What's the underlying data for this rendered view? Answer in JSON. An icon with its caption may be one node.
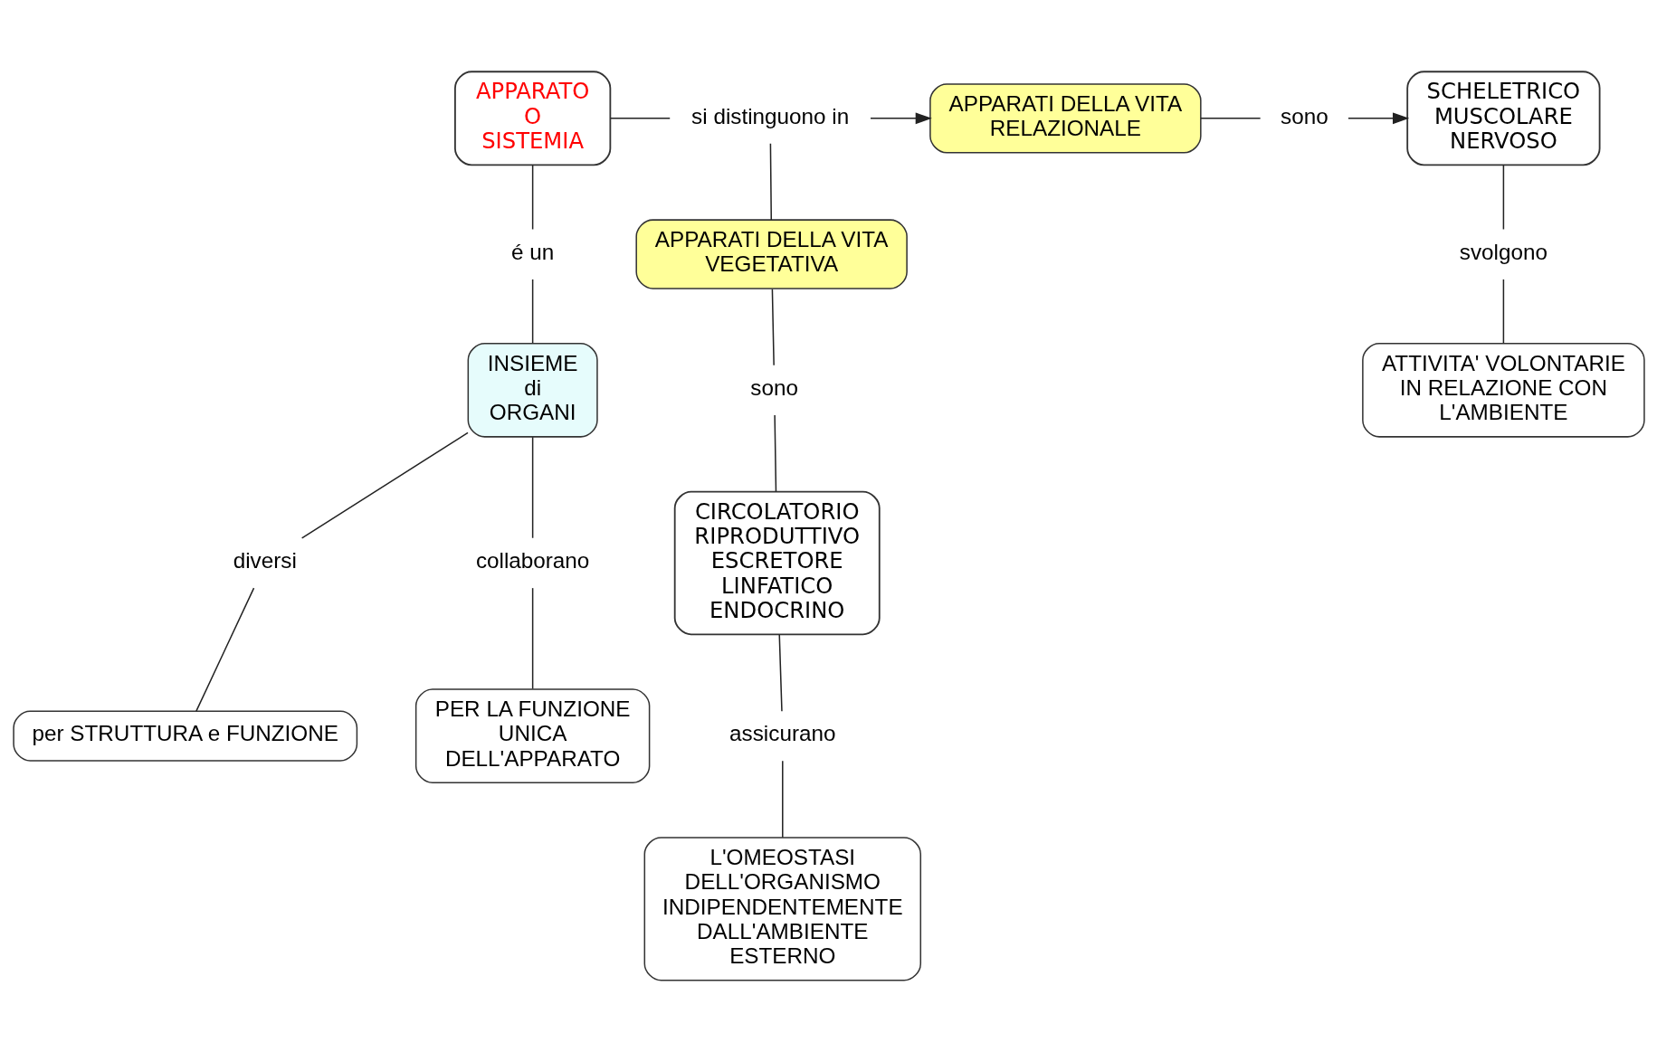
{
  "diagram": {
    "nodes": [
      {
        "text": [
          "APPARATO O SISTEMIA"
        ]
      },
      {
        "text": [
          "si distinguono in"
        ]
      },
      {
        "text": [
          "APPARATI DELLA VITA RELAZIONALE"
        ]
      },
      {
        "text": [
          "sono"
        ]
      },
      {
        "text": [
          "SCHELETRICO MUSCOLARE NERVOSO"
        ]
      },
      {
        "text": [
          "APPARATI DELLA VITA VEGETATIVA"
        ]
      },
      {
        "text": [
          "svolgono"
        ]
      },
      {
        "text": [
          "ATTIVITA' VOLONTARIE IN RELAZIONE CON L'AMBIENTE"
        ]
      },
      {
        "text": [
          "é un"
        ]
      },
      {
        "text": [
          "INSIEME di ORGANI"
        ]
      },
      {
        "text": [
          "sono"
        ]
      },
      {
        "text": [
          "CIRCOLATORIO RIPRODUTTIVO ESCRETORE LINFATICO ENDOCRINO"
        ]
      },
      {
        "text": [
          "diversi"
        ]
      },
      {
        "text": [
          "collaborano"
        ]
      },
      {
        "text": [
          "assicurano"
        ]
      },
      {
        "text": [
          "per STRUTTURA e FUNZIONE"
        ]
      },
      {
        "text": [
          "PER LA FUNZIONE UNICA DELL'APPARATO"
        ]
      },
      {
        "text": [
          "L'OMEOSTASI DELL'ORGANISMO INDIPENDENTEMENTE DALL'AMBIENTE ESTERNO"
        ]
      }
    ],
    "edges": [
      {
        "from": 0,
        "to": 1,
        "arrow": "none"
      },
      {
        "from": 1,
        "to": 2,
        "arrow": "to"
      },
      {
        "from": 1,
        "to": 5,
        "arrow": "none"
      },
      {
        "from": 2,
        "to": 3,
        "arrow": "none"
      },
      {
        "from": 3,
        "to": 4,
        "arrow": "to"
      },
      {
        "from": 4,
        "to": 6,
        "arrow": "none"
      },
      {
        "from": 6,
        "to": 7,
        "arrow": "none"
      },
      {
        "from": 0,
        "to": 8,
        "arrow": "none"
      },
      {
        "from": 8,
        "to": 9,
        "arrow": "none"
      },
      {
        "from": 5,
        "to": 10,
        "arrow": "none"
      },
      {
        "from": 10,
        "to": 11,
        "arrow": "none"
      },
      {
        "from": 9,
        "to": 12,
        "arrow": "none"
      },
      {
        "from": 12,
        "to": 15,
        "arrow": "none"
      },
      {
        "from": 9,
        "to": 13,
        "arrow": "none"
      },
      {
        "from": 13,
        "to": 16,
        "arrow": "none"
      },
      {
        "from": 11,
        "to": 14,
        "arrow": "none"
      },
      {
        "from": 14,
        "to": 17,
        "arrow": "none"
      }
    ]
  }
}
